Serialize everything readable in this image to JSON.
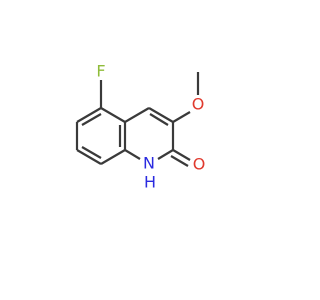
{
  "molecule": {
    "atoms": {
      "fluorine": {
        "label": "F",
        "color": "#8fbc3a"
      },
      "methoxy_oxygen": {
        "label": "O",
        "color": "#e03a2e"
      },
      "carbonyl_oxygen": {
        "label": "O",
        "color": "#e03a2e"
      },
      "nitrogen_h": {
        "label": "H",
        "color": "#2a2ae0"
      },
      "nitrogen": {
        "label": "N",
        "color": "#2a2ae0"
      }
    },
    "bond_color": "#3a3a3a"
  }
}
